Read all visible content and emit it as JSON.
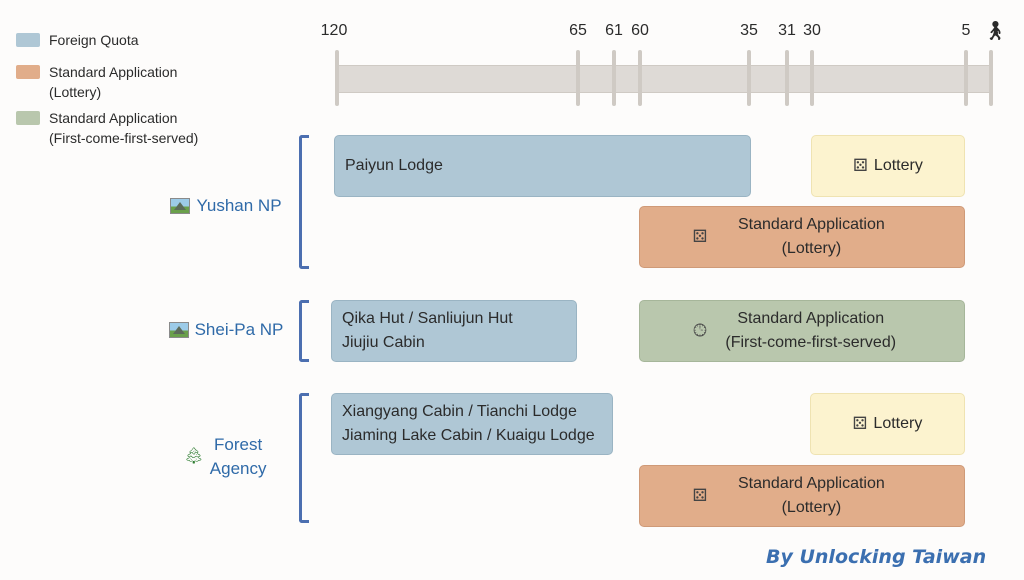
{
  "legend": [
    {
      "label": "Foreign Quota",
      "color": "#afc7d5"
    },
    {
      "label": "Standard Application\n(Lottery)",
      "color": "#e1ad8a"
    },
    {
      "label": "Standard Application\n(First-come-first-served)",
      "color": "#b9c7ad"
    }
  ],
  "axis": {
    "ticks": [
      "120",
      "65",
      "61",
      "60",
      "35",
      "31",
      "30",
      "5"
    ],
    "end_icon": "hiker-icon"
  },
  "groups": [
    {
      "name": "Yushan NP",
      "icon": "mountain-park-icon"
    },
    {
      "name": "Shei-Pa NP",
      "icon": "mountain-park-icon"
    },
    {
      "name": "Forest\nAgency",
      "icon": "tree-icon"
    }
  ],
  "boxes": {
    "yushan_foreign": "Paiyun Lodge",
    "yushan_lottery": "Lottery",
    "yushan_standard": "Standard Application\n(Lottery)",
    "sheipa_foreign": "Qika Hut / Sanliujun Hut\nJiujiu Cabin",
    "sheipa_standard": "Standard Application\n(First-come-first-served)",
    "forest_foreign": "Xiangyang Cabin / Tianchi Lodge\nJiaming Lake Cabin / Kuaigu Lodge",
    "forest_lottery": "Lottery",
    "forest_standard": "Standard Application\n(Lottery)"
  },
  "icons": {
    "dice": "dice-icon",
    "clock": "clock-icon"
  },
  "credit": "By Unlocking Taiwan"
}
